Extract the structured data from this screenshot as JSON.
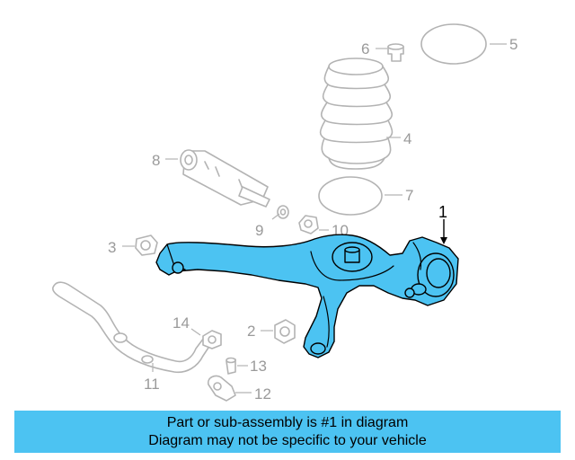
{
  "diagram": {
    "callouts": {
      "c1": "1",
      "c2": "2",
      "c3": "3",
      "c4": "4",
      "c5": "5",
      "c6": "6",
      "c7": "7",
      "c8": "8",
      "c9": "9",
      "c10": "10",
      "c11": "11",
      "c12": "12",
      "c13": "13",
      "c14": "14"
    },
    "highlight_color": "#4cc3f2",
    "part_color": "#b3b3b3"
  },
  "banner": {
    "line1": "Part or sub-assembly is #1 in diagram",
    "line2": "Diagram may not be specific to your vehicle",
    "background": "#4cc3f2"
  }
}
